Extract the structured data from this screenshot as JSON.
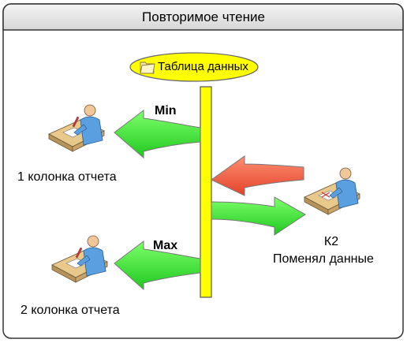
{
  "title": "Повторимое чтение",
  "data_table": {
    "label": "Таблица данных",
    "icon": "folder-icon"
  },
  "arrows": {
    "min_label": "Min",
    "max_label": "Max",
    "colors": {
      "read": "#33ee33",
      "write_in": "#f26b4f",
      "table_bar": "#ffff00",
      "table_ellipse": "#ffff00"
    }
  },
  "users": {
    "report_column_1": "1 колонка отчета",
    "report_column_2": "2 колонка отчета",
    "k2_name": "К2",
    "k2_action": "Поменял данные",
    "icon": "person-at-desk-icon"
  }
}
